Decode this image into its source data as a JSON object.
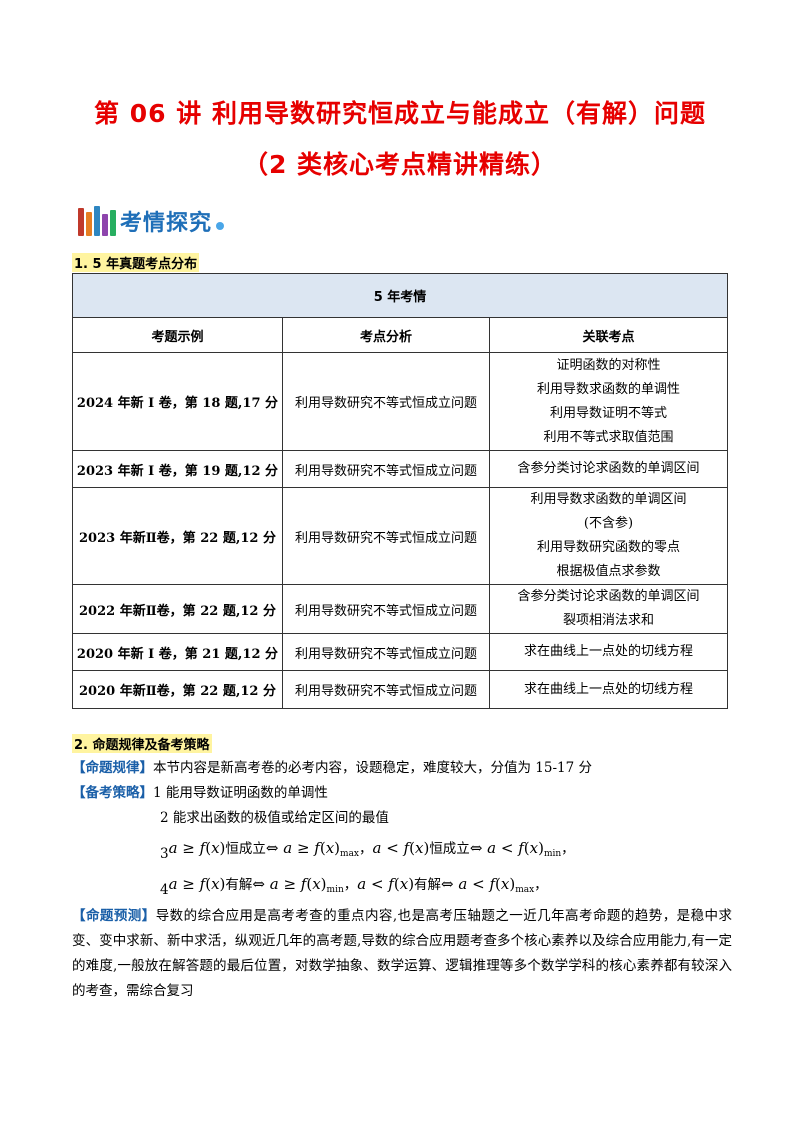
{
  "header": {
    "title_line1": "第 06 讲  利用导数研究恒成立与能成立（有解）问题",
    "title_line2": "（2 类核心考点精讲精练）"
  },
  "logo": {
    "text": "考情探究",
    "colors": [
      "#c0392b",
      "#e67e22",
      "#2e86c1",
      "#8e44ad",
      "#27ae60"
    ]
  },
  "section1": {
    "heading": "1. 5 年真题考点分布",
    "table": {
      "caption": "5 年考情",
      "columns": [
        "考题示例",
        "考点分析",
        "关联考点"
      ],
      "rows": [
        {
          "year": "2024 年新 I 卷，第 18 题,17 分",
          "analysis": "利用导数研究不等式恒成立问题",
          "related": [
            "证明函数的对称性",
            "利用导数求函数的单调性",
            "利用导数证明不等式",
            "利用不等式求取值范围"
          ]
        },
        {
          "year": "2023 年新 I 卷，第 19 题,12 分",
          "analysis": "利用导数研究不等式恒成立问题",
          "related": [
            "含参分类讨论求函数的单调区间"
          ]
        },
        {
          "year": "2023 年新Ⅱ卷，第 22 题,12 分",
          "analysis": "利用导数研究不等式恒成立问题",
          "related": [
            "利用导数求函数的单调区间",
            "(不含参)",
            "利用导数研究函数的零点",
            "根据极值点求参数"
          ]
        },
        {
          "year": "2022 年新Ⅱ卷，第 22 题,12 分",
          "analysis": "利用导数研究不等式恒成立问题",
          "related": [
            "含参分类讨论求函数的单调区间",
            "裂项相消法求和"
          ]
        },
        {
          "year": "2020 年新 I 卷，第 21 题,12 分",
          "analysis": "利用导数研究不等式恒成立问题",
          "related": [
            "求在曲线上一点处的切线方程"
          ]
        },
        {
          "year": "2020 年新Ⅱ卷，第 22 题,12 分",
          "analysis": "利用导数研究不等式恒成立问题",
          "related": [
            "求在曲线上一点处的切线方程"
          ]
        }
      ]
    }
  },
  "section2": {
    "heading": "2. 命题规律及备考策略",
    "rule_tag": "【命题规律】",
    "rule_text": "本节内容是新高考卷的必考内容，设题稳定，难度较大，分值为 15-17 分",
    "strategy_tag": "【备考策略】",
    "strategy_items": [
      "1 能用导数证明函数的单调性",
      "2 能求出函数的极值或给定区间的最值"
    ],
    "item3_num": "3",
    "item4_num": "4",
    "word_always": "恒成立",
    "word_solution": "有解",
    "sub_max": "max",
    "sub_min": "min",
    "predict_tag": "【命题预测】",
    "predict_text": "导数的综合应用是高考考查的重点内容,也是高考压轴题之一近几年高考命题的趋势，是稳中求变、变中求新、新中求活，纵观近几年的高考题,导数的综合应用题考查多个核心素养以及综合应用能力,有一定的难度,一般放在解答题的最后位置，对数学抽象、数学运算、逻辑推理等多个数学学科的核心素养都有较深入的考查，需综合复习"
  }
}
